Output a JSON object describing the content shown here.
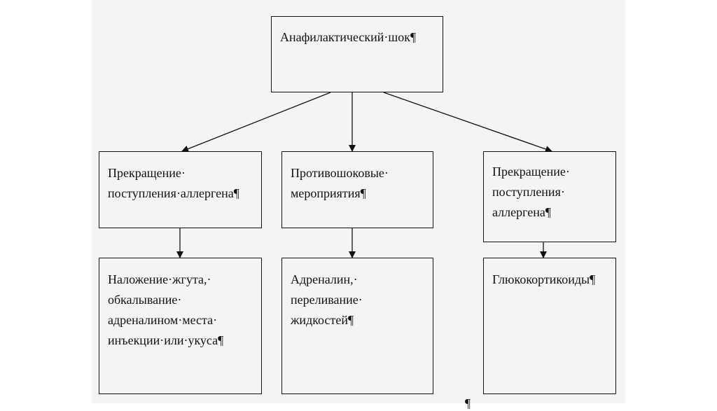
{
  "diagram": {
    "root": {
      "lines": [
        "Анафилактический·шок¶"
      ]
    },
    "level1": [
      {
        "lines": [
          "Прекращение·",
          "поступления·аллергена¶"
        ]
      },
      {
        "lines": [
          "Противошоковые·",
          "мероприятия¶"
        ]
      },
      {
        "lines": [
          "Прекращение·",
          "поступления·",
          "аллергена¶"
        ]
      }
    ],
    "level2": [
      {
        "lines": [
          "Наложение·жгута,·",
          "обкалывание·",
          "адреналином·места·",
          "инъекции·или·укуса¶"
        ]
      },
      {
        "lines": [
          "Адреналин,·",
          "переливание·",
          "жидкостей¶"
        ]
      },
      {
        "lines": [
          "Глюкокортикоиды¶"
        ]
      }
    ],
    "stray_mark": "¶"
  }
}
